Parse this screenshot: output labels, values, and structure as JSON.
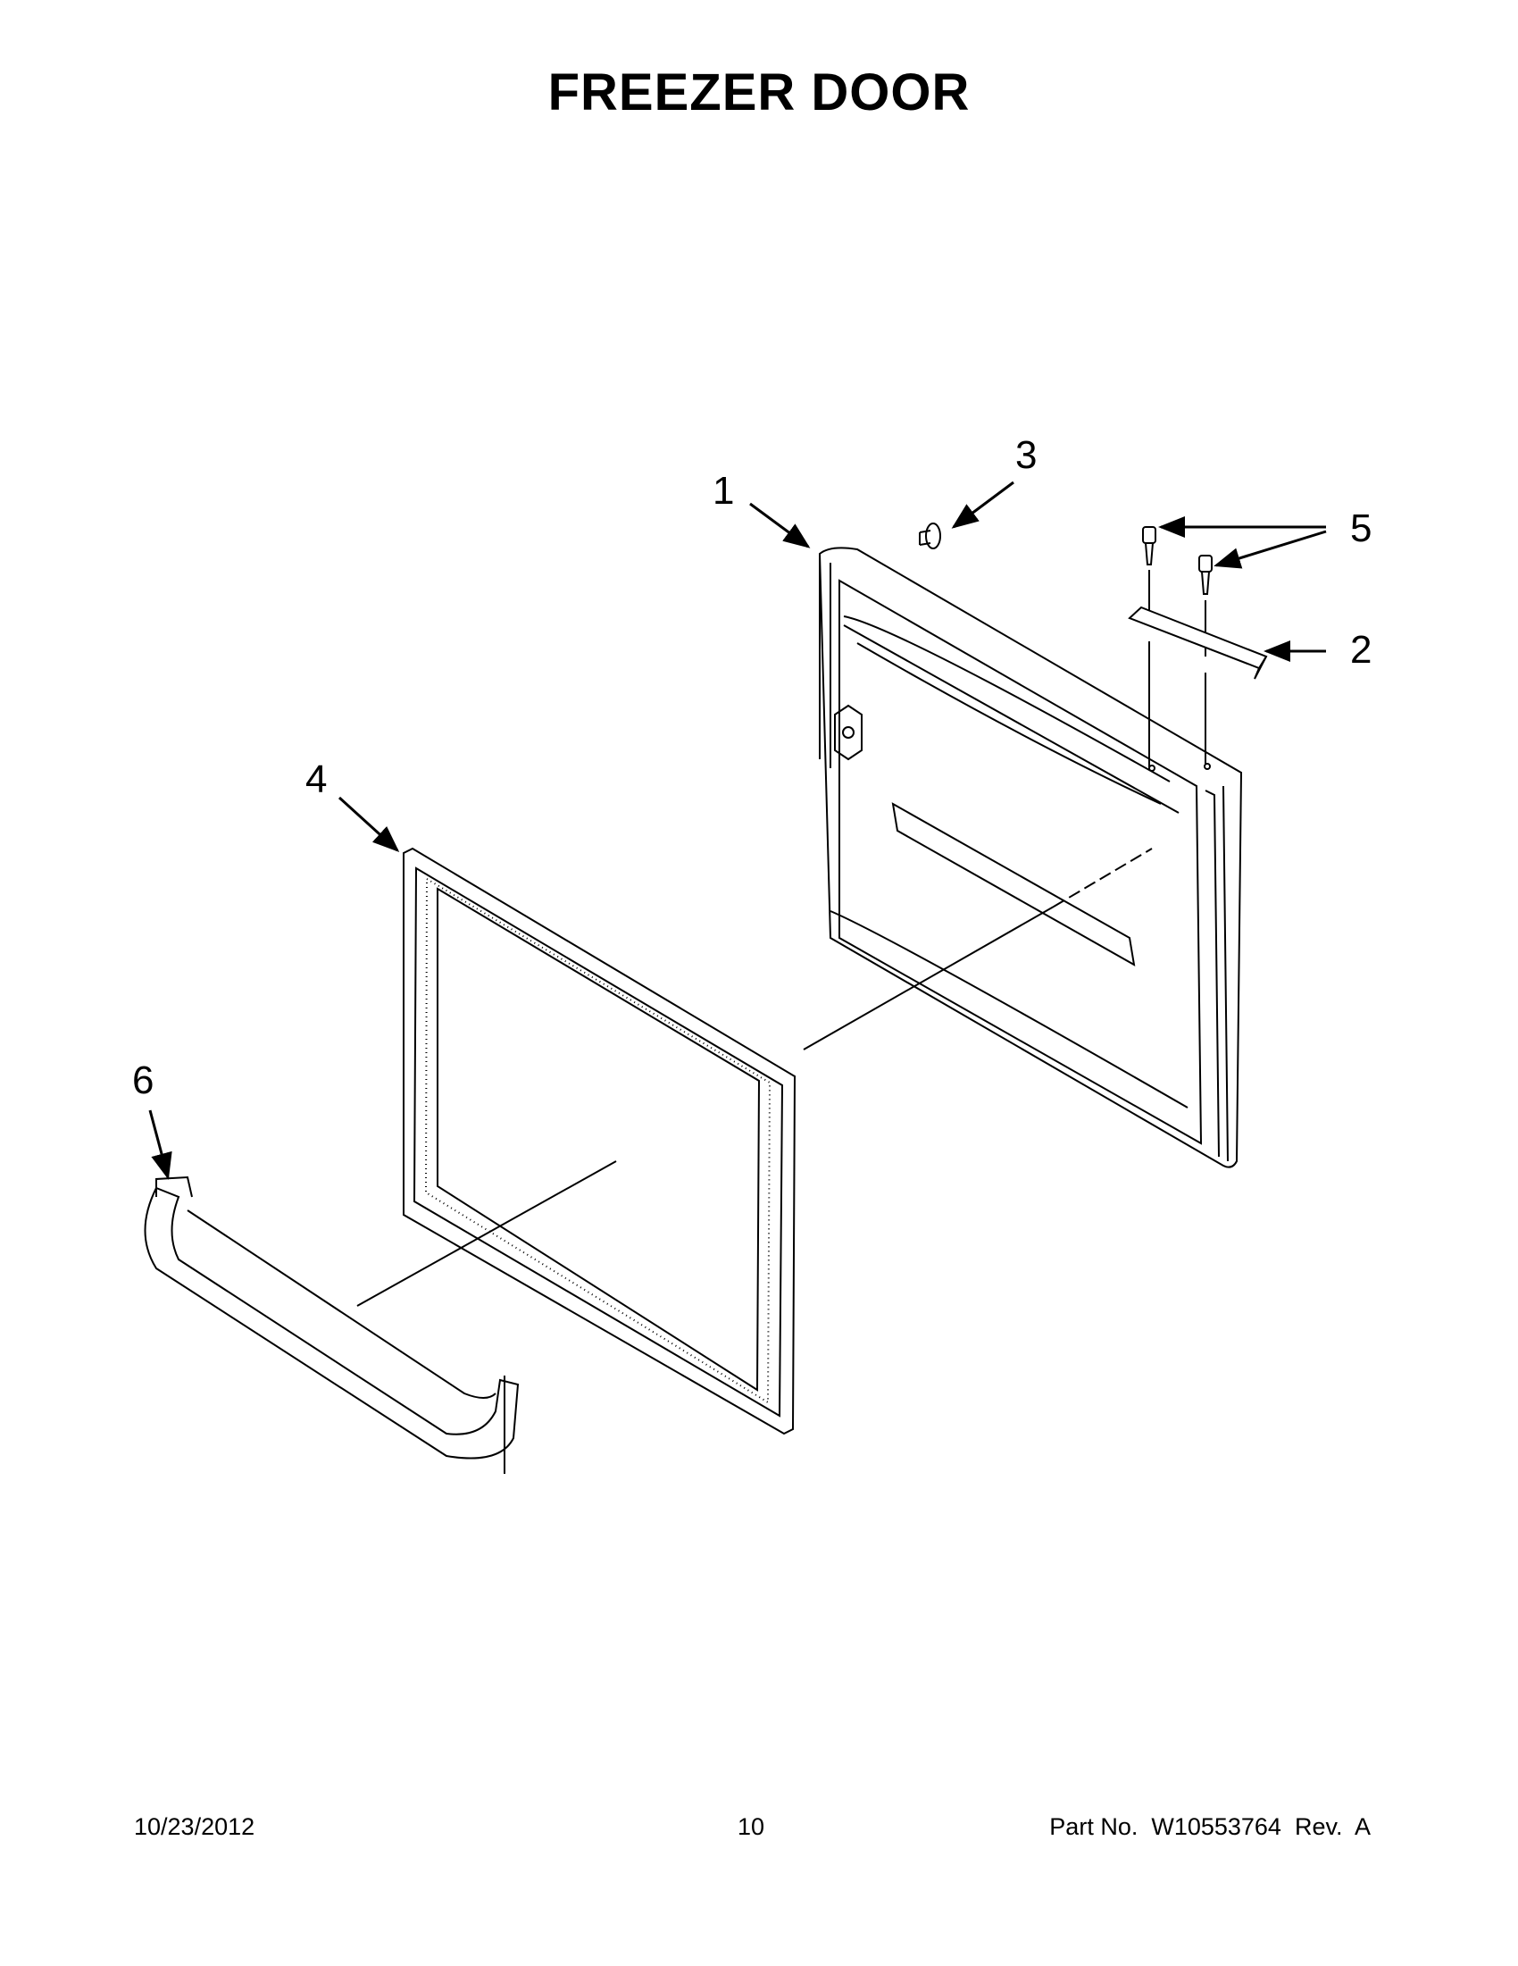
{
  "page": {
    "title": "FREEZER DOOR"
  },
  "callouts": [
    {
      "label": "1",
      "part": "freezer-door"
    },
    {
      "label": "2",
      "part": "handle-bracket"
    },
    {
      "label": "3",
      "part": "hinge-pin"
    },
    {
      "label": "4",
      "part": "door-gasket"
    },
    {
      "label": "5",
      "part": "screws"
    },
    {
      "label": "6",
      "part": "door-bin"
    }
  ],
  "footer": {
    "date": "10/23/2012",
    "page_number": "10",
    "part_number": "Part No.  W10553764  Rev.  A"
  }
}
